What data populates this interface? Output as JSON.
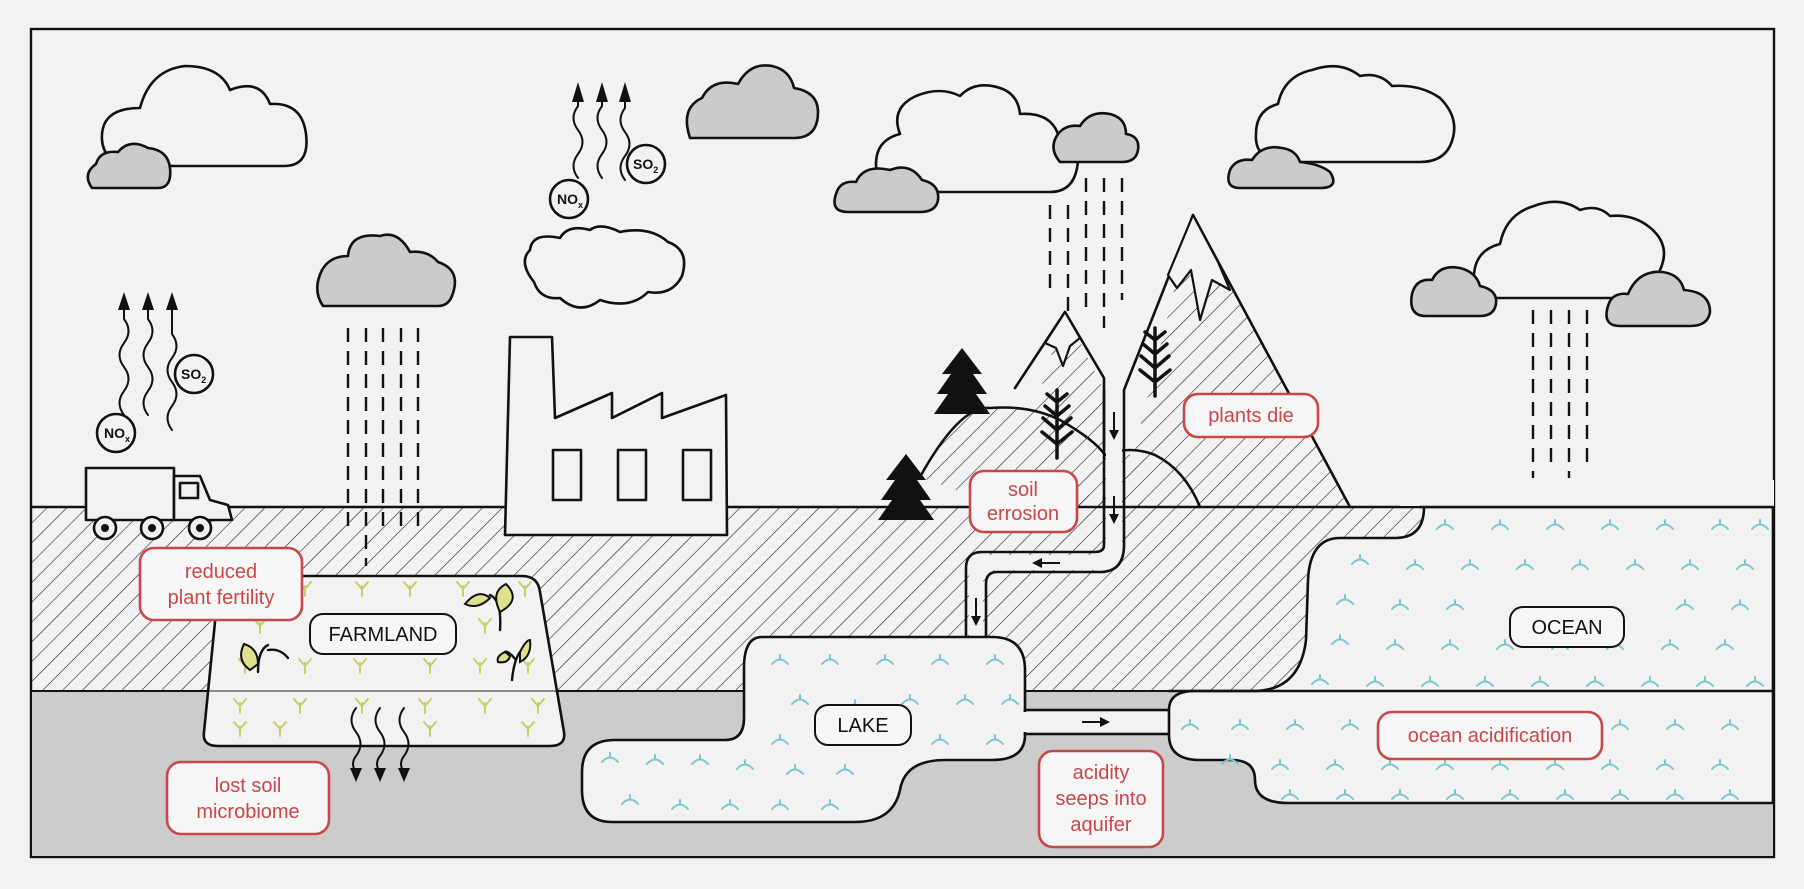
{
  "labels": {
    "farmland": "FARMLAND",
    "lake": "LAKE",
    "ocean": "OCEAN"
  },
  "effects": {
    "reduced_fertility": [
      "reduced",
      "plant fertility"
    ],
    "lost_microbiome": [
      "lost soil",
      "microbiome"
    ],
    "plants_die": [
      "plants die"
    ],
    "soil_erosion": [
      "soil",
      "errosion"
    ],
    "aquifer": [
      "acidity",
      "seeps into",
      "aquifer"
    ],
    "ocean_acid": [
      "ocean acidification"
    ]
  },
  "emissions": {
    "nox": "NO",
    "nox_sub": "x",
    "so2": "SO",
    "so2_sub": "2"
  },
  "colors": {
    "outline": "#111111",
    "effect_red": "#c9474a",
    "wave_teal": "#7cc7cf",
    "sprout_yellow": "#c8cf6a",
    "cloud_grey": "#cbcbcb",
    "ground_grey": "#cccccc"
  },
  "icons": [
    "cloud-icon",
    "rain-icon",
    "factory-icon",
    "truck-icon",
    "mountain-icon",
    "pine-tree-icon",
    "sprout-icon",
    "arrow-icon",
    "wave-icon"
  ]
}
